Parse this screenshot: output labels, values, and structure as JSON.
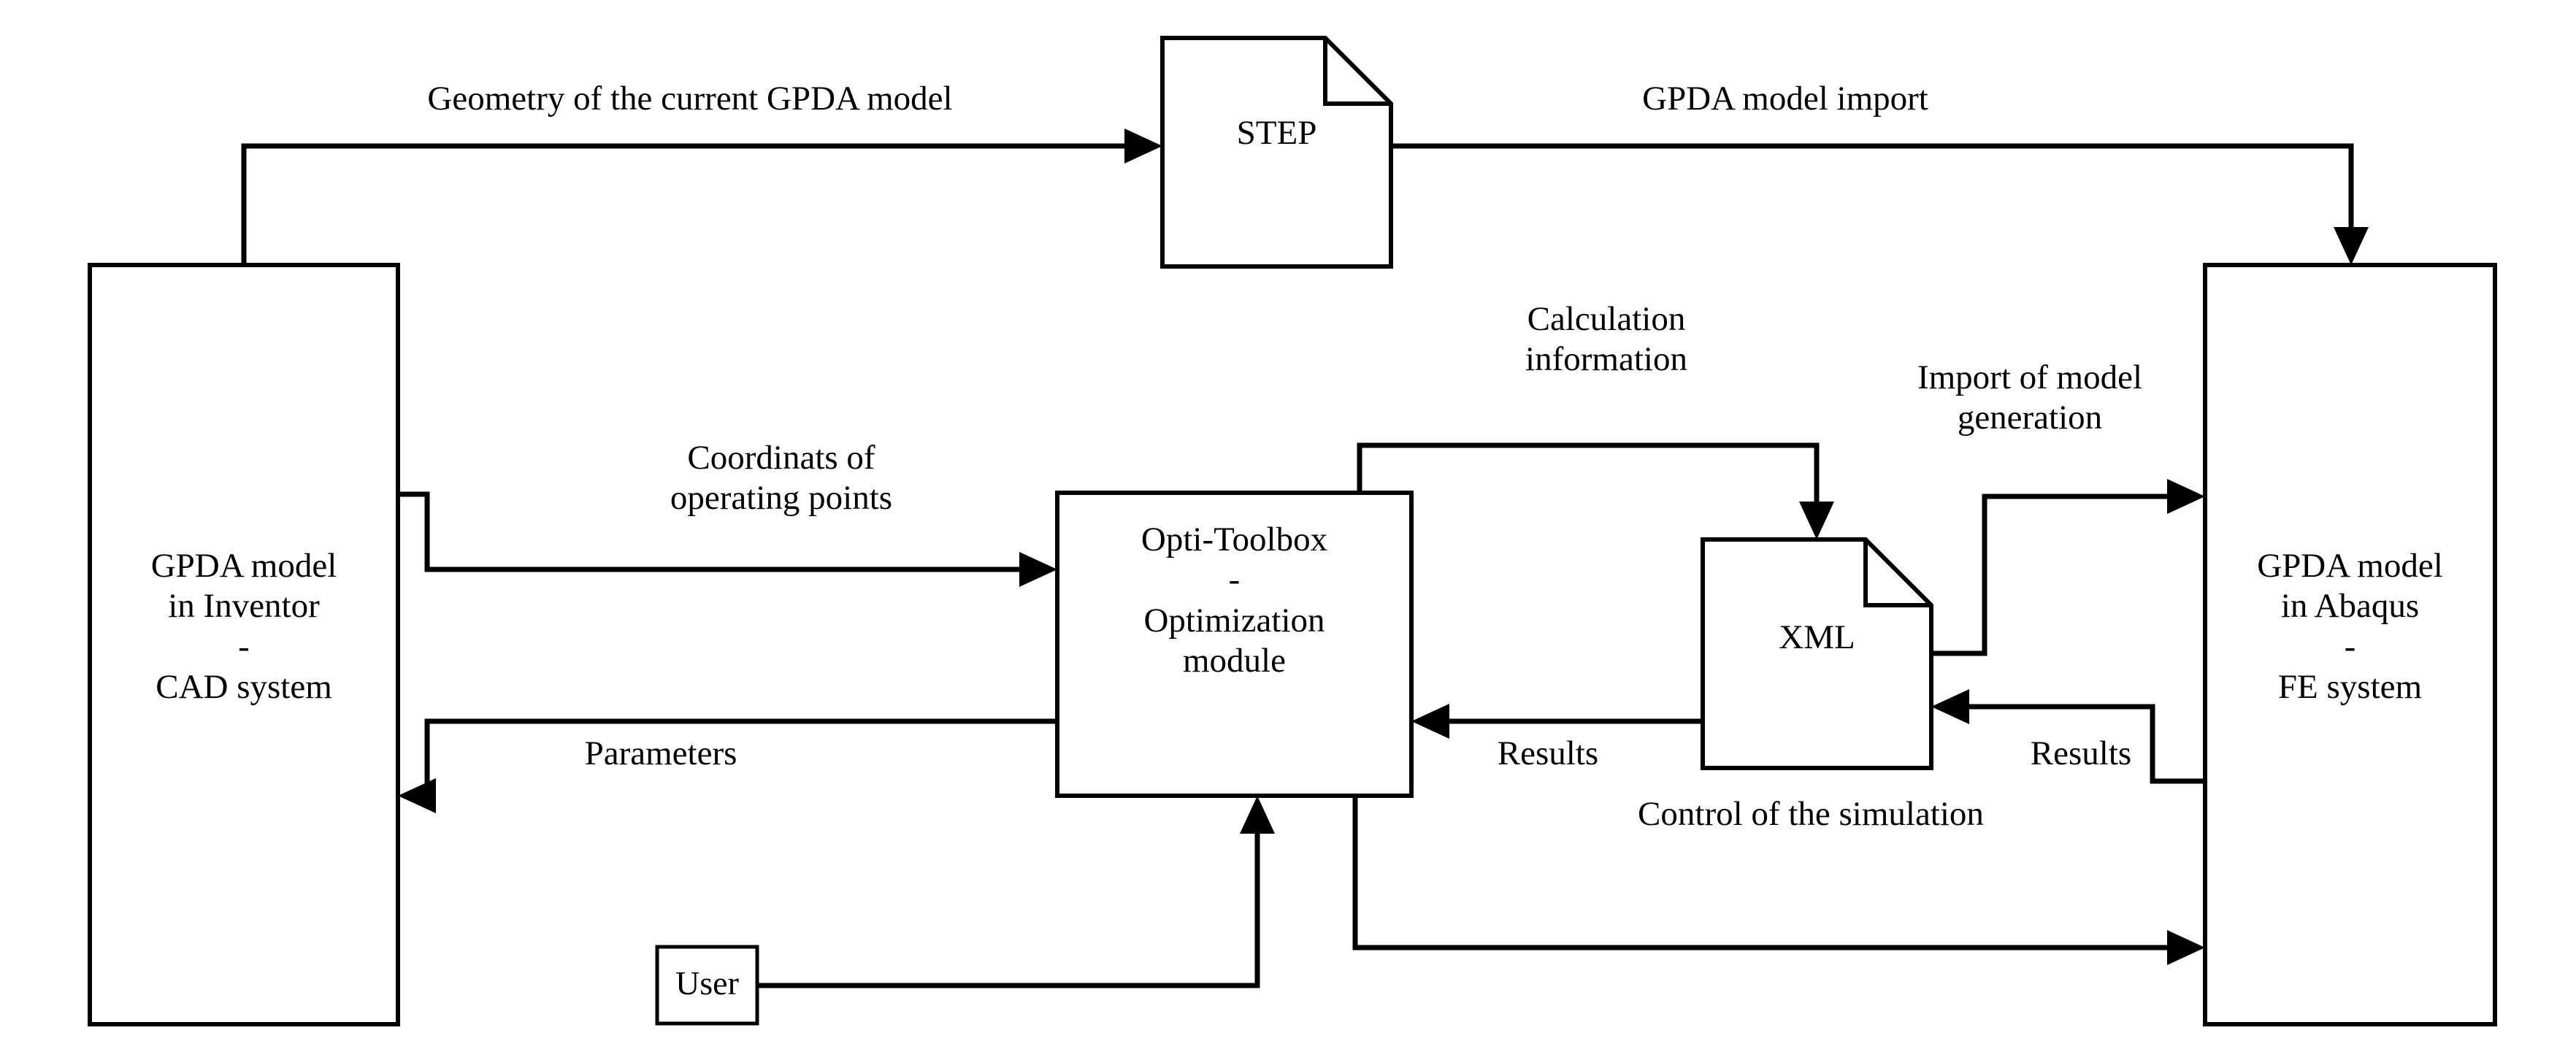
{
  "diagram": {
    "title": "GPDA optimization data-flow diagram",
    "background_color": "#ffffff",
    "line_color": "#000000",
    "nodes": {
      "cad_system": {
        "id": "gpda-inventor",
        "shape": "rectangle",
        "label": "GPDA model\nin Inventor\n-\nCAD system"
      },
      "fe_system": {
        "id": "gpda-abaqus",
        "shape": "rectangle",
        "label": "GPDA model\nin Abaqus\n-\nFE system"
      },
      "opti_toolbox": {
        "id": "opti-toolbox",
        "shape": "rectangle",
        "label": "Opti-Toolbox\n-\nOptimization\nmodule"
      },
      "step_file": {
        "id": "step-document",
        "shape": "document-folded-corner",
        "label": "STEP"
      },
      "xml_file": {
        "id": "xml-document",
        "shape": "document-folded-corner",
        "label": "XML"
      },
      "user": {
        "id": "user",
        "shape": "rectangle",
        "label": "User"
      }
    },
    "edges": [
      {
        "id": "geometry-of-current-gpda-model",
        "label": "Geometry of the current GPDA model",
        "from": "gpda-inventor",
        "to": "step-document"
      },
      {
        "id": "gpda-model-import",
        "label": "GPDA model import",
        "from": "step-document",
        "to": "gpda-abaqus"
      },
      {
        "id": "coordinats-of-operating-points",
        "label": "Coordinats of\noperating points",
        "from": "gpda-inventor",
        "to": "opti-toolbox"
      },
      {
        "id": "parameters",
        "label": "Parameters",
        "from": "opti-toolbox",
        "to": "gpda-inventor"
      },
      {
        "id": "calculation-information",
        "label": "Calculation\ninformation",
        "from": "opti-toolbox",
        "to": "xml-document"
      },
      {
        "id": "import-of-model-generation",
        "label": "Import of model\ngeneration",
        "from": "xml-document",
        "to": "gpda-abaqus"
      },
      {
        "id": "results-xml-to-opti",
        "label": "Results",
        "from": "xml-document",
        "to": "opti-toolbox"
      },
      {
        "id": "results-abaqus-to-xml",
        "label": "Results",
        "from": "gpda-abaqus",
        "to": "xml-document"
      },
      {
        "id": "control-of-the-simulation",
        "label": "Control of the simulation",
        "from": "opti-toolbox",
        "to": "gpda-abaqus"
      },
      {
        "id": "user-to-opti",
        "label": "",
        "from": "user",
        "to": "opti-toolbox"
      }
    ]
  }
}
